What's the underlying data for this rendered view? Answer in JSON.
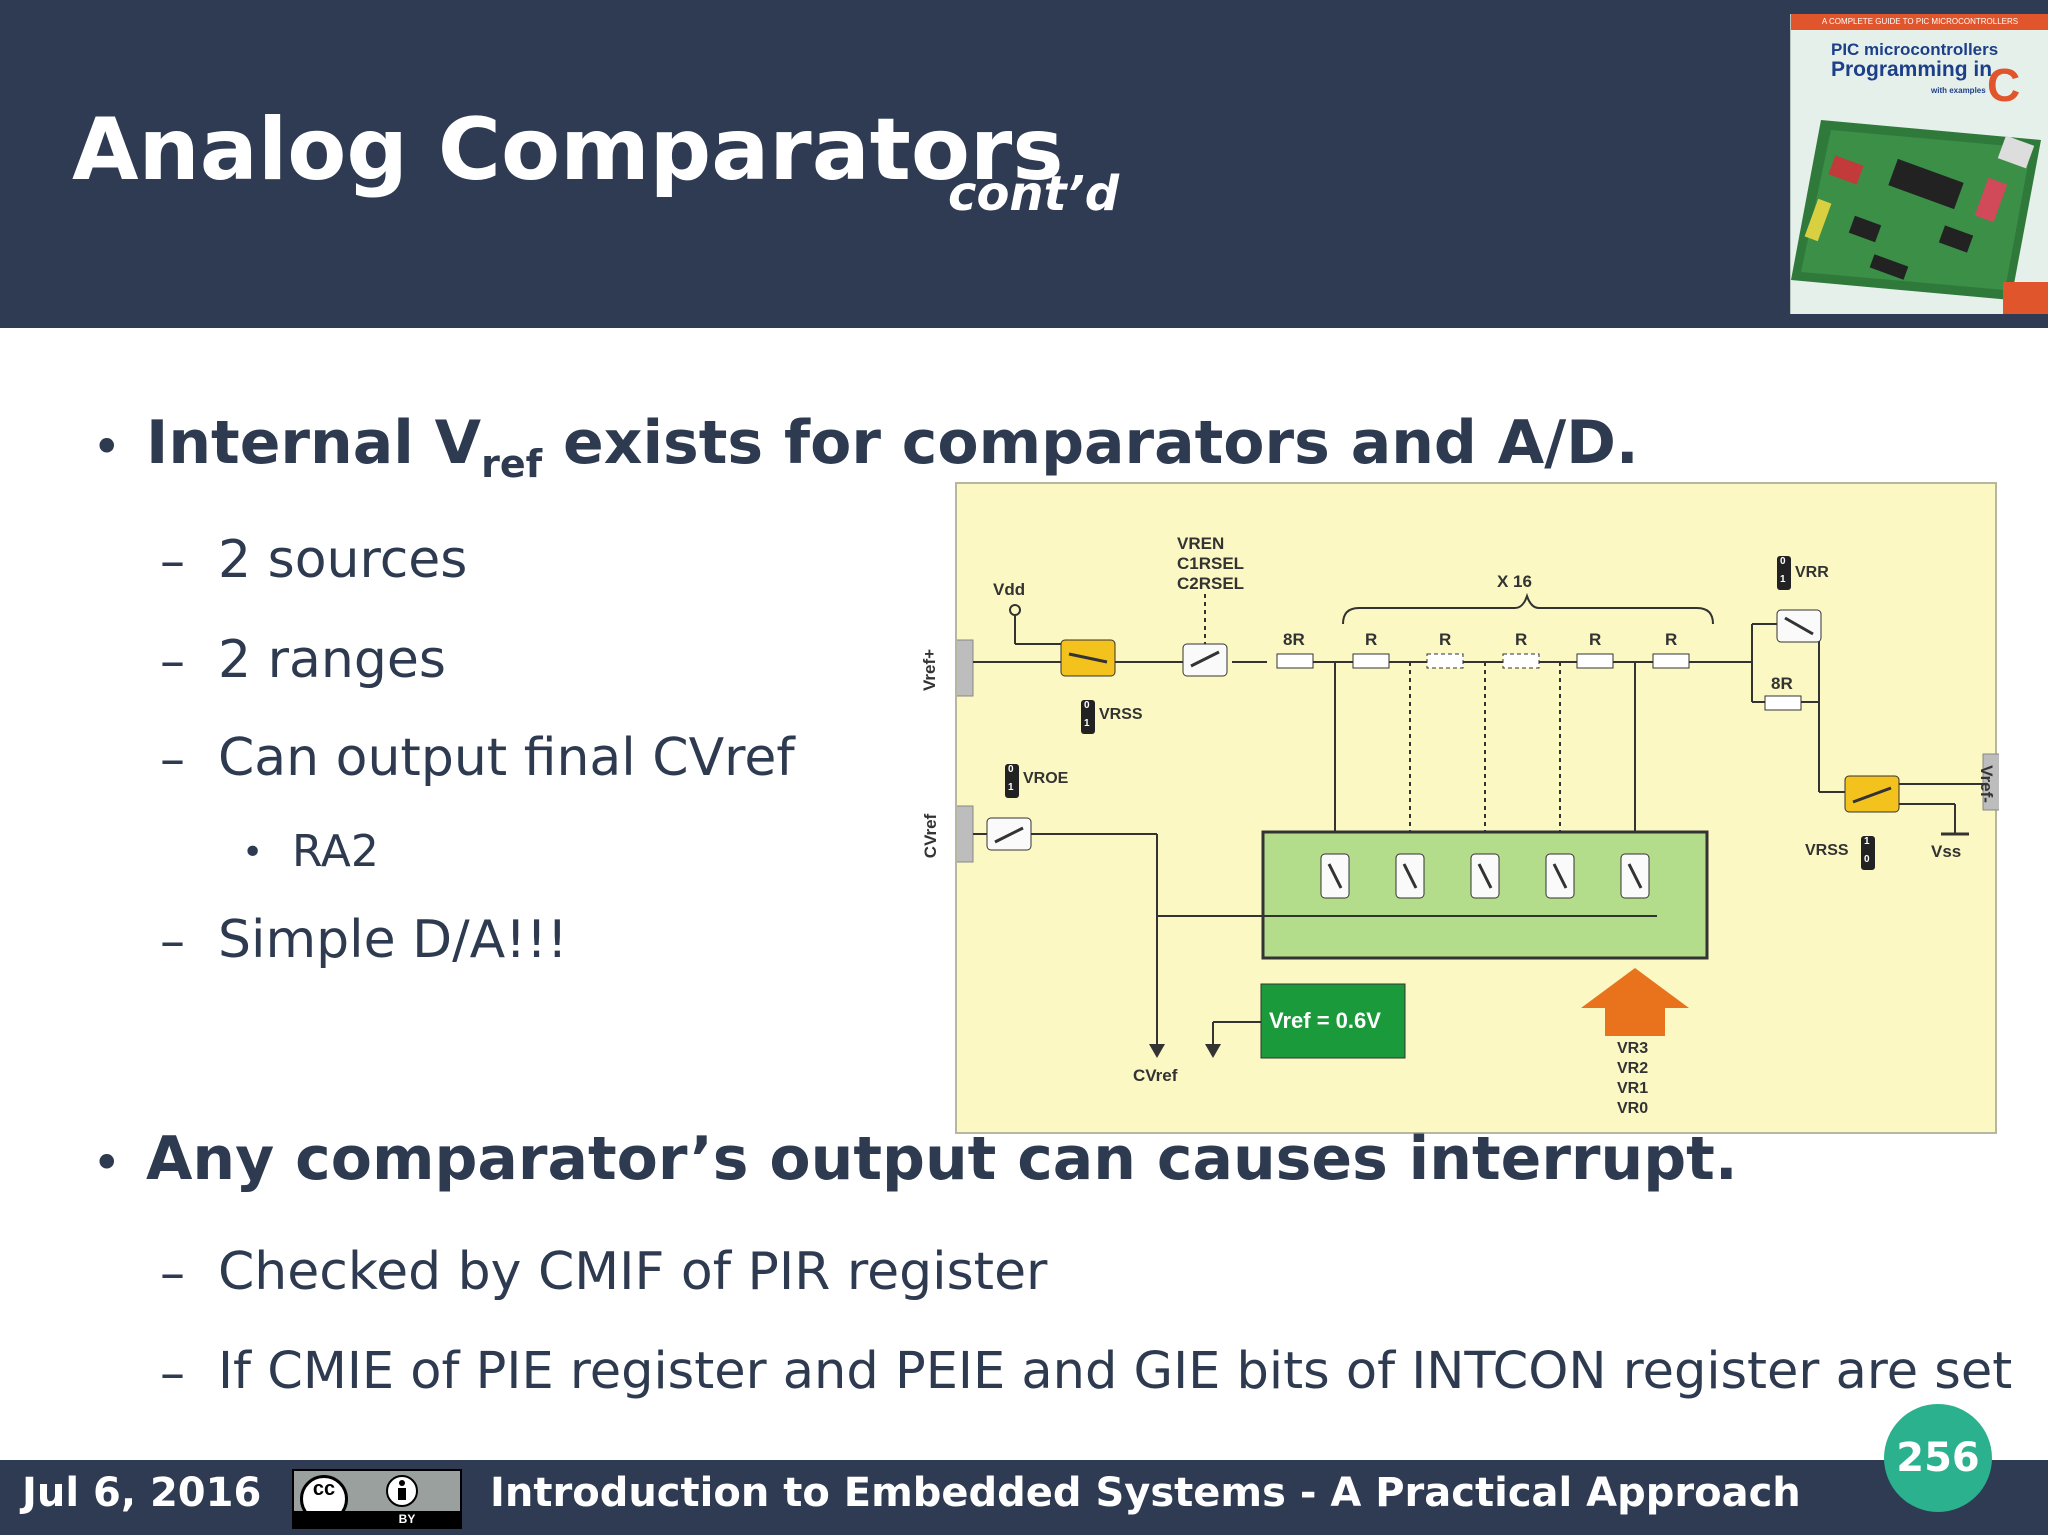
{
  "header": {
    "title": "Analog Comparators",
    "title_suffix": "cont’d"
  },
  "book_cover": {
    "top_line": "A COMPLETE GUIDE TO PIC MICROCONTROLLERS",
    "line1": "PIC microcontrollers",
    "line2": "Programming in",
    "big_letter": "C",
    "line3": "with examples"
  },
  "content": {
    "b1": {
      "pre": "Internal V",
      "sub": "ref",
      "post": " exists for comparators and A/D."
    },
    "b1_items": [
      "2 sources",
      "2 ranges",
      "Can output final CVref"
    ],
    "b1_sub_item": "RA2",
    "b1_last": "Simple D/A!!!",
    "b2": "Any comparator’s output can causes interrupt.",
    "b2_items": [
      "Checked by CMIF of PIR register",
      "If CMIE of  PIE register and PEIE and GIE bits of INTCON register are set"
    ]
  },
  "diagram": {
    "vdd": "Vdd",
    "vren": "VREN",
    "c1rsel": "C1RSEL",
    "c2rsel": "C2RSEL",
    "x16": "X 16",
    "vrr": "VRR",
    "vref_plus": "Vref+",
    "vref_minus": "Vref-",
    "cvref_pin": "CVref",
    "r8_top": "8R",
    "r": "R",
    "r8_right": "8R",
    "vrss_top": "VRSS",
    "vroe": "VROE",
    "vrss_right": "VRSS",
    "vss": "Vss",
    "vref_box": "Vref = 0.6V",
    "cvref_out": "CVref",
    "vr3": "VR3",
    "vr2": "VR2",
    "vr1": "VR1",
    "vr0": "VR0",
    "bit0": "0",
    "bit1": "1"
  },
  "footer": {
    "date": "Jul 6, 2016",
    "cc_text": "cc",
    "by_text": "BY",
    "course": "Introduction to Embedded Systems - A Practical Approach",
    "page": "256"
  },
  "colors": {
    "header_bg": "#2e3b52",
    "text": "#2d3a4f",
    "diagram_bg": "#fbf8c3",
    "switch_yellow": "#f4c21c",
    "decoder_green": "#b3dd8a",
    "vref_green": "#1b9a3b",
    "arrow_orange": "#e8731c",
    "badge": "#2bb18d"
  }
}
